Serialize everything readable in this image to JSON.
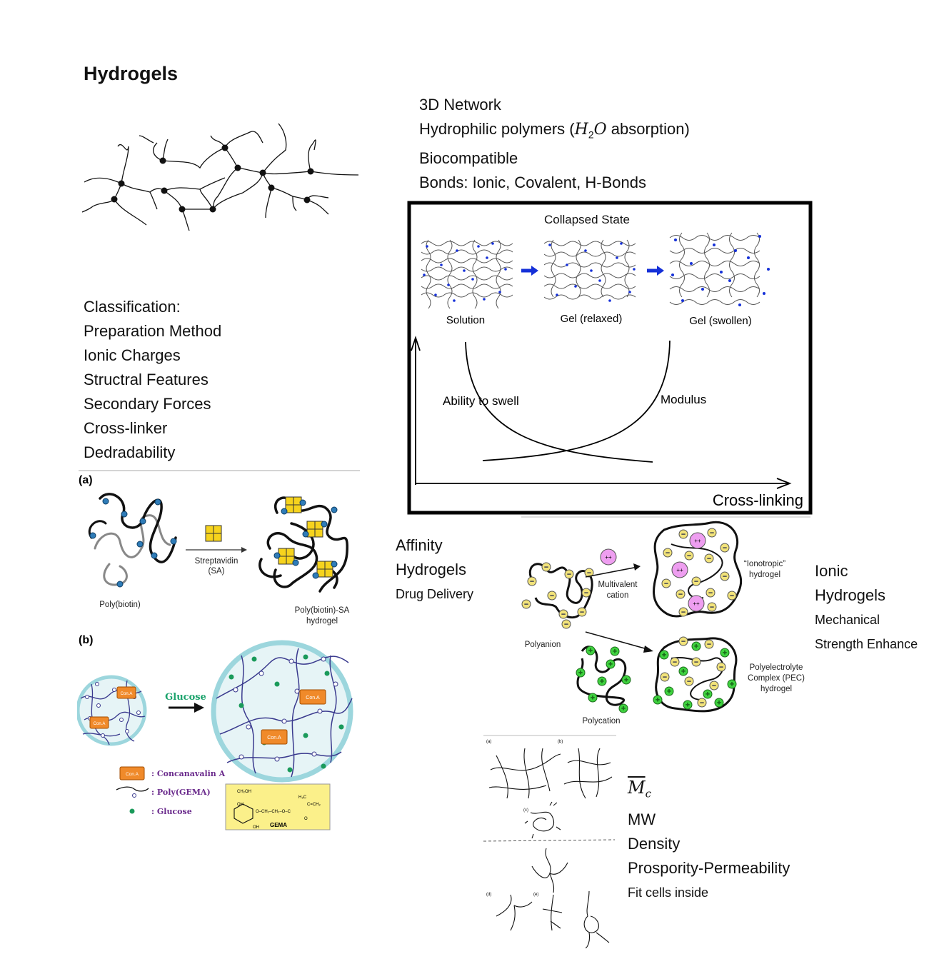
{
  "title": "Hydrogels",
  "properties": {
    "line1": "3D Network",
    "line2_pre": "Hydrophilic polymers (",
    "line2_formula_main": "H",
    "line2_formula_sub": "2",
    "line2_formula_tail": "O",
    "line2_post": " absorption)",
    "line3": "Biocompatible",
    "line4": "Bonds: Ionic, Covalent, H-Bonds"
  },
  "classification": {
    "heading": "Classification:",
    "items": [
      "Preparation Method",
      "Ionic Charges",
      "Structral Features",
      "Secondary Forces",
      "Cross-linker",
      "Dedradability"
    ]
  },
  "swelling_diagram": {
    "top_label": "Collapsed State",
    "stages": [
      "Solution",
      "Gel (relaxed)",
      "Gel (swollen)"
    ],
    "curve_left": "Ability to swell",
    "curve_right": "Modulus",
    "x_axis": "Cross-linking"
  },
  "affinity": {
    "line1": "Affinity",
    "line2": "Hydrogels",
    "line3": "Drug Delivery",
    "panel_a": {
      "tag": "(a)",
      "left": "Poly(biotin)",
      "arrow_top": "Streptavidin",
      "arrow_bottom": "(SA)",
      "right_1": "Poly(biotin)-SA",
      "right_2": "hydrogel"
    },
    "panel_b": {
      "tag": "(b)",
      "arrow": "Glucose",
      "protein": "Con.A",
      "legend": [
        ": Concanavalin A",
        ": Poly(GEMA)",
        ": Glucose"
      ],
      "gema_label": "GEMA",
      "chem_ch2oh": "CH₂OH",
      "chem_oh1": "OH",
      "chem_oh2": "OH",
      "chem_chain": "O–CH₂–CH₂–O–C",
      "chem_h3c": "H₃C",
      "chem_ch2": "C=CH₂",
      "chem_o": "O"
    }
  },
  "ionic": {
    "line1": "Ionic",
    "line2": "Hydrogels",
    "line3": "Mechanical",
    "line4": "Strength Enhance",
    "labels": {
      "multivalent_1": "Multivalent",
      "multivalent_2": "cation",
      "ionotropic_1": "“Ionotropic”",
      "ionotropic_2": "hydrogel",
      "polyanion": "Polyanion",
      "polycation": "Polycation",
      "pec_1": "Polyelectrolyte",
      "pec_2": "Complex (PEC)",
      "pec_3": "hydrogel"
    },
    "charge_plus": "+",
    "charge_minus": "−",
    "charge_double": "++"
  },
  "network": {
    "mc_symbol": "M",
    "mc_sub": "c",
    "items": [
      "MW",
      "Density",
      "Prospority-Permeability"
    ],
    "note": "Fit cells inside",
    "panel_tags": [
      "(a)",
      "(b)",
      "(c)",
      "(d)",
      "(e)"
    ]
  },
  "colors": {
    "blue_arrow": "#1530d8",
    "pink_cation": "#ee9ef0",
    "green_cation": "#3fd23f",
    "yellow_anion": "#f2e37a",
    "streptavidin": "#f6d31d",
    "cona": "#f08a2a",
    "gema_box": "#fbf08a",
    "teal_ring": "#9cd6dd"
  }
}
